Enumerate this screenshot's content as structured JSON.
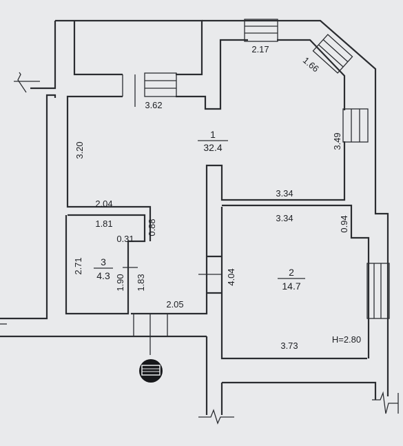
{
  "plan": {
    "rooms": [
      {
        "number": "1",
        "area": "32.4"
      },
      {
        "number": "2",
        "area": "14.7"
      },
      {
        "number": "3",
        "area": "4.3"
      }
    ],
    "dimensions": {
      "d_217": "2.17",
      "d_166": "1.66",
      "d_362": "3.62",
      "d_320": "3.20",
      "d_349": "3.49",
      "d_334_top": "3.34",
      "d_334_inner": "3.34",
      "d_204": "2.04",
      "d_181": "1.81",
      "d_031": "0.31",
      "d_088": "0.88",
      "d_094": "0.94",
      "d_271": "2.71",
      "d_190": "1.90",
      "d_183": "1.83",
      "d_404": "4.04",
      "d_205": "2.05",
      "d_373": "3.73"
    },
    "ceiling_height": "H=2.80"
  }
}
